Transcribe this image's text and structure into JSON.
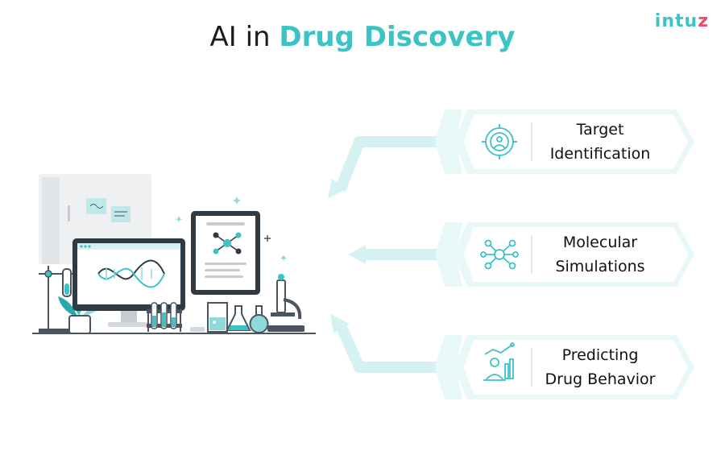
{
  "title": {
    "prefix": "AI in",
    "highlight": "Drug Discovery"
  },
  "logo": {
    "text_main": "intu",
    "text_accent": "z"
  },
  "colors": {
    "accent": "#3cc3c5",
    "light_teal": "#d6f1f1",
    "logo_accent": "#f04a6a"
  },
  "cards": [
    {
      "line1": "Target",
      "line2": "Identification",
      "icon": "target-icon"
    },
    {
      "line1": "Molecular",
      "line2": "Simulations",
      "icon": "molecule-network-icon"
    },
    {
      "line1": "Predicting",
      "line2": "Drug Behavior",
      "icon": "analyst-chart-icon"
    }
  ],
  "illustration": {
    "screen_icon": "dna-icon",
    "tablet_icon": "molecule-icon"
  }
}
